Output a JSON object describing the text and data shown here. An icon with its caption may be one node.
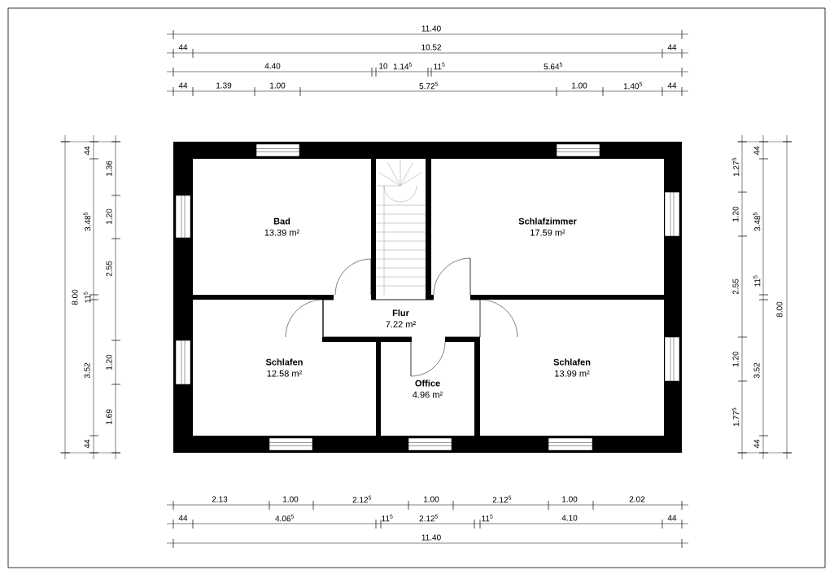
{
  "diagram": {
    "nodes": [
      {
        "text": [
          "Bad",
          "13.39 m²"
        ]
      },
      {
        "text": [
          "Schlafzimmer",
          "17.59 m²"
        ]
      },
      {
        "text": [
          "Flur",
          "7.22 m²"
        ]
      },
      {
        "text": [
          "Schlafen",
          "12.58 m²"
        ]
      },
      {
        "text": [
          "Office",
          "4.96 m²"
        ]
      },
      {
        "text": [
          "Schlafen",
          "13.99 m²"
        ]
      }
    ],
    "labels": [
      "11.40",
      "44",
      "10.52",
      "44",
      "4.40",
      "10",
      "1.14$^{5}$",
      "11$^{5}$",
      "5.64$^{5}$",
      "44",
      "1.39",
      "1.00",
      "5.72$^{5}$",
      "1.00",
      "1.40$^{5}$",
      "44",
      "8.00",
      "44",
      "3.48$^{5}$",
      "11$^{5}$",
      "3.52",
      "44",
      "1.36",
      "1.20",
      "2.55",
      "1.20",
      "1.69",
      "1.27$^{5}$",
      "1.20",
      "2.55",
      "1.20",
      "1.77$^{5}$",
      "44",
      "3.48$^{5}$",
      "11$^{5}$",
      "3.52",
      "44",
      "8.00",
      "2.13",
      "1.00",
      "2.12$^{5}$",
      "1.00",
      "2.12$^{5}$",
      "1.00",
      "2.02",
      "44",
      "4.06$^{5}$",
      "11$^{5}$",
      "2.12$^{5}$",
      "11$^{5}$",
      "4.10",
      "44",
      "11.40"
    ]
  }
}
